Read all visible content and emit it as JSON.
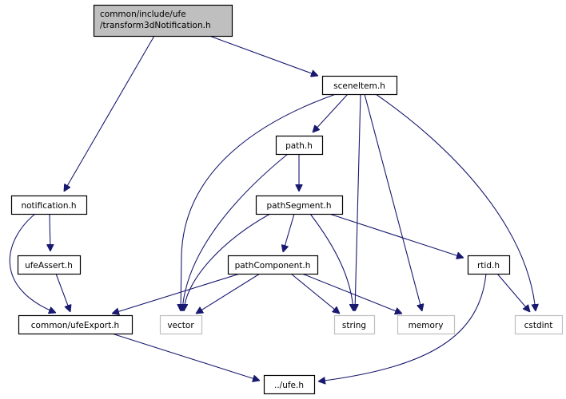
{
  "diagram": {
    "type": "include-dependency-graph",
    "edge_color": "#191970",
    "root_fill": "#bfbfbf",
    "node_border": "#000000",
    "external_border": "#bfbfbf",
    "nodes": [
      {
        "id": "root",
        "lines": [
          "common/include/ufe",
          "/transform3dNotification.h"
        ],
        "kind": "root"
      },
      {
        "id": "sceneItem",
        "lines": [
          "sceneItem.h"
        ],
        "kind": "header"
      },
      {
        "id": "path",
        "lines": [
          "path.h"
        ],
        "kind": "header"
      },
      {
        "id": "pathSegment",
        "lines": [
          "pathSegment.h"
        ],
        "kind": "header"
      },
      {
        "id": "notification",
        "lines": [
          "notification.h"
        ],
        "kind": "header"
      },
      {
        "id": "ufeAssert",
        "lines": [
          "ufeAssert.h"
        ],
        "kind": "header"
      },
      {
        "id": "pathComponent",
        "lines": [
          "pathComponent.h"
        ],
        "kind": "header"
      },
      {
        "id": "rtid",
        "lines": [
          "rtid.h"
        ],
        "kind": "header"
      },
      {
        "id": "ufeExport",
        "lines": [
          "common/ufeExport.h"
        ],
        "kind": "header"
      },
      {
        "id": "vector",
        "lines": [
          "vector"
        ],
        "kind": "external"
      },
      {
        "id": "string",
        "lines": [
          "string"
        ],
        "kind": "external"
      },
      {
        "id": "memory",
        "lines": [
          "memory"
        ],
        "kind": "external"
      },
      {
        "id": "cstdint",
        "lines": [
          "cstdint"
        ],
        "kind": "external"
      },
      {
        "id": "ufe",
        "lines": [
          "../ufe.h"
        ],
        "kind": "header"
      }
    ],
    "edges": [
      {
        "from": "root",
        "to": "notification"
      },
      {
        "from": "root",
        "to": "sceneItem"
      },
      {
        "from": "sceneItem",
        "to": "vector"
      },
      {
        "from": "sceneItem",
        "to": "path"
      },
      {
        "from": "sceneItem",
        "to": "string"
      },
      {
        "from": "sceneItem",
        "to": "memory"
      },
      {
        "from": "sceneItem",
        "to": "cstdint"
      },
      {
        "from": "path",
        "to": "vector"
      },
      {
        "from": "path",
        "to": "pathSegment"
      },
      {
        "from": "pathSegment",
        "to": "vector"
      },
      {
        "from": "pathSegment",
        "to": "pathComponent"
      },
      {
        "from": "pathSegment",
        "to": "string"
      },
      {
        "from": "pathSegment",
        "to": "rtid"
      },
      {
        "from": "notification",
        "to": "ufeAssert"
      },
      {
        "from": "notification",
        "to": "ufeExport"
      },
      {
        "from": "ufeAssert",
        "to": "ufeExport"
      },
      {
        "from": "pathComponent",
        "to": "ufeExport"
      },
      {
        "from": "pathComponent",
        "to": "vector"
      },
      {
        "from": "pathComponent",
        "to": "string"
      },
      {
        "from": "pathComponent",
        "to": "memory"
      },
      {
        "from": "rtid",
        "to": "cstdint"
      },
      {
        "from": "rtid",
        "to": "ufe"
      },
      {
        "from": "ufeExport",
        "to": "ufe"
      }
    ]
  }
}
